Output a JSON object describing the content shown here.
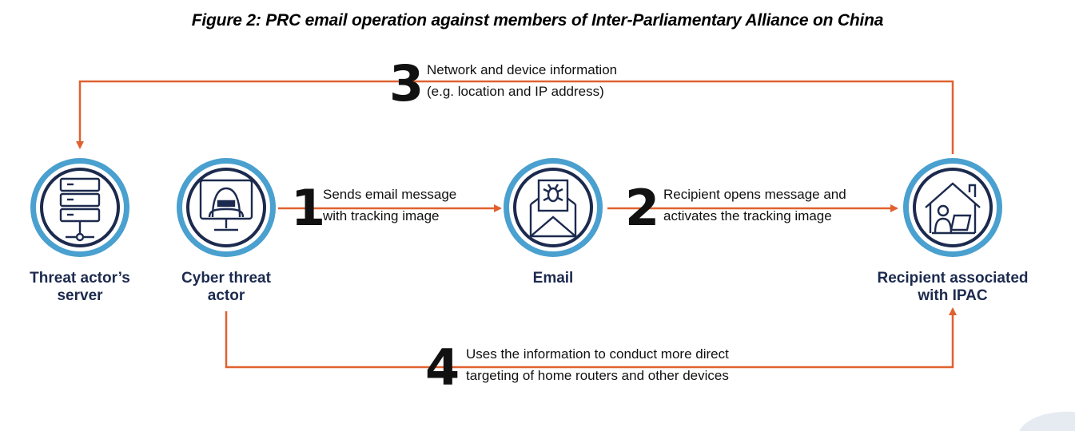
{
  "title": "Figure 2: PRC email operation against members of Inter-Parliamentary Alliance on China",
  "colors": {
    "arrow": "#e0612f",
    "ring_outer": "#4aa0cf",
    "ring_inner": "#1c2a4e",
    "label": "#1c2a4e"
  },
  "nodes": {
    "server": {
      "label_line1": "Threat actor’s",
      "label_line2": "server",
      "icon": "server-rack-icon"
    },
    "actor": {
      "label_line1": "Cyber threat",
      "label_line2": "actor",
      "icon": "hooded-hacker-icon"
    },
    "email": {
      "label_line1": "Email",
      "icon": "envelope-bug-icon"
    },
    "recipient": {
      "label_line1": "Recipient associated",
      "label_line2": "with IPAC",
      "icon": "home-office-icon"
    }
  },
  "steps": [
    {
      "number": "1",
      "line1": "Sends email message",
      "line2": "with tracking image"
    },
    {
      "number": "2",
      "line1": "Recipient opens message and",
      "line2": "activates the tracking image"
    },
    {
      "number": "3",
      "line1": "Network and device information",
      "line2": "(e.g. location and IP address)"
    },
    {
      "number": "4",
      "line1": "Uses the information to conduct more direct",
      "line2": "targeting of home routers and other devices"
    }
  ]
}
